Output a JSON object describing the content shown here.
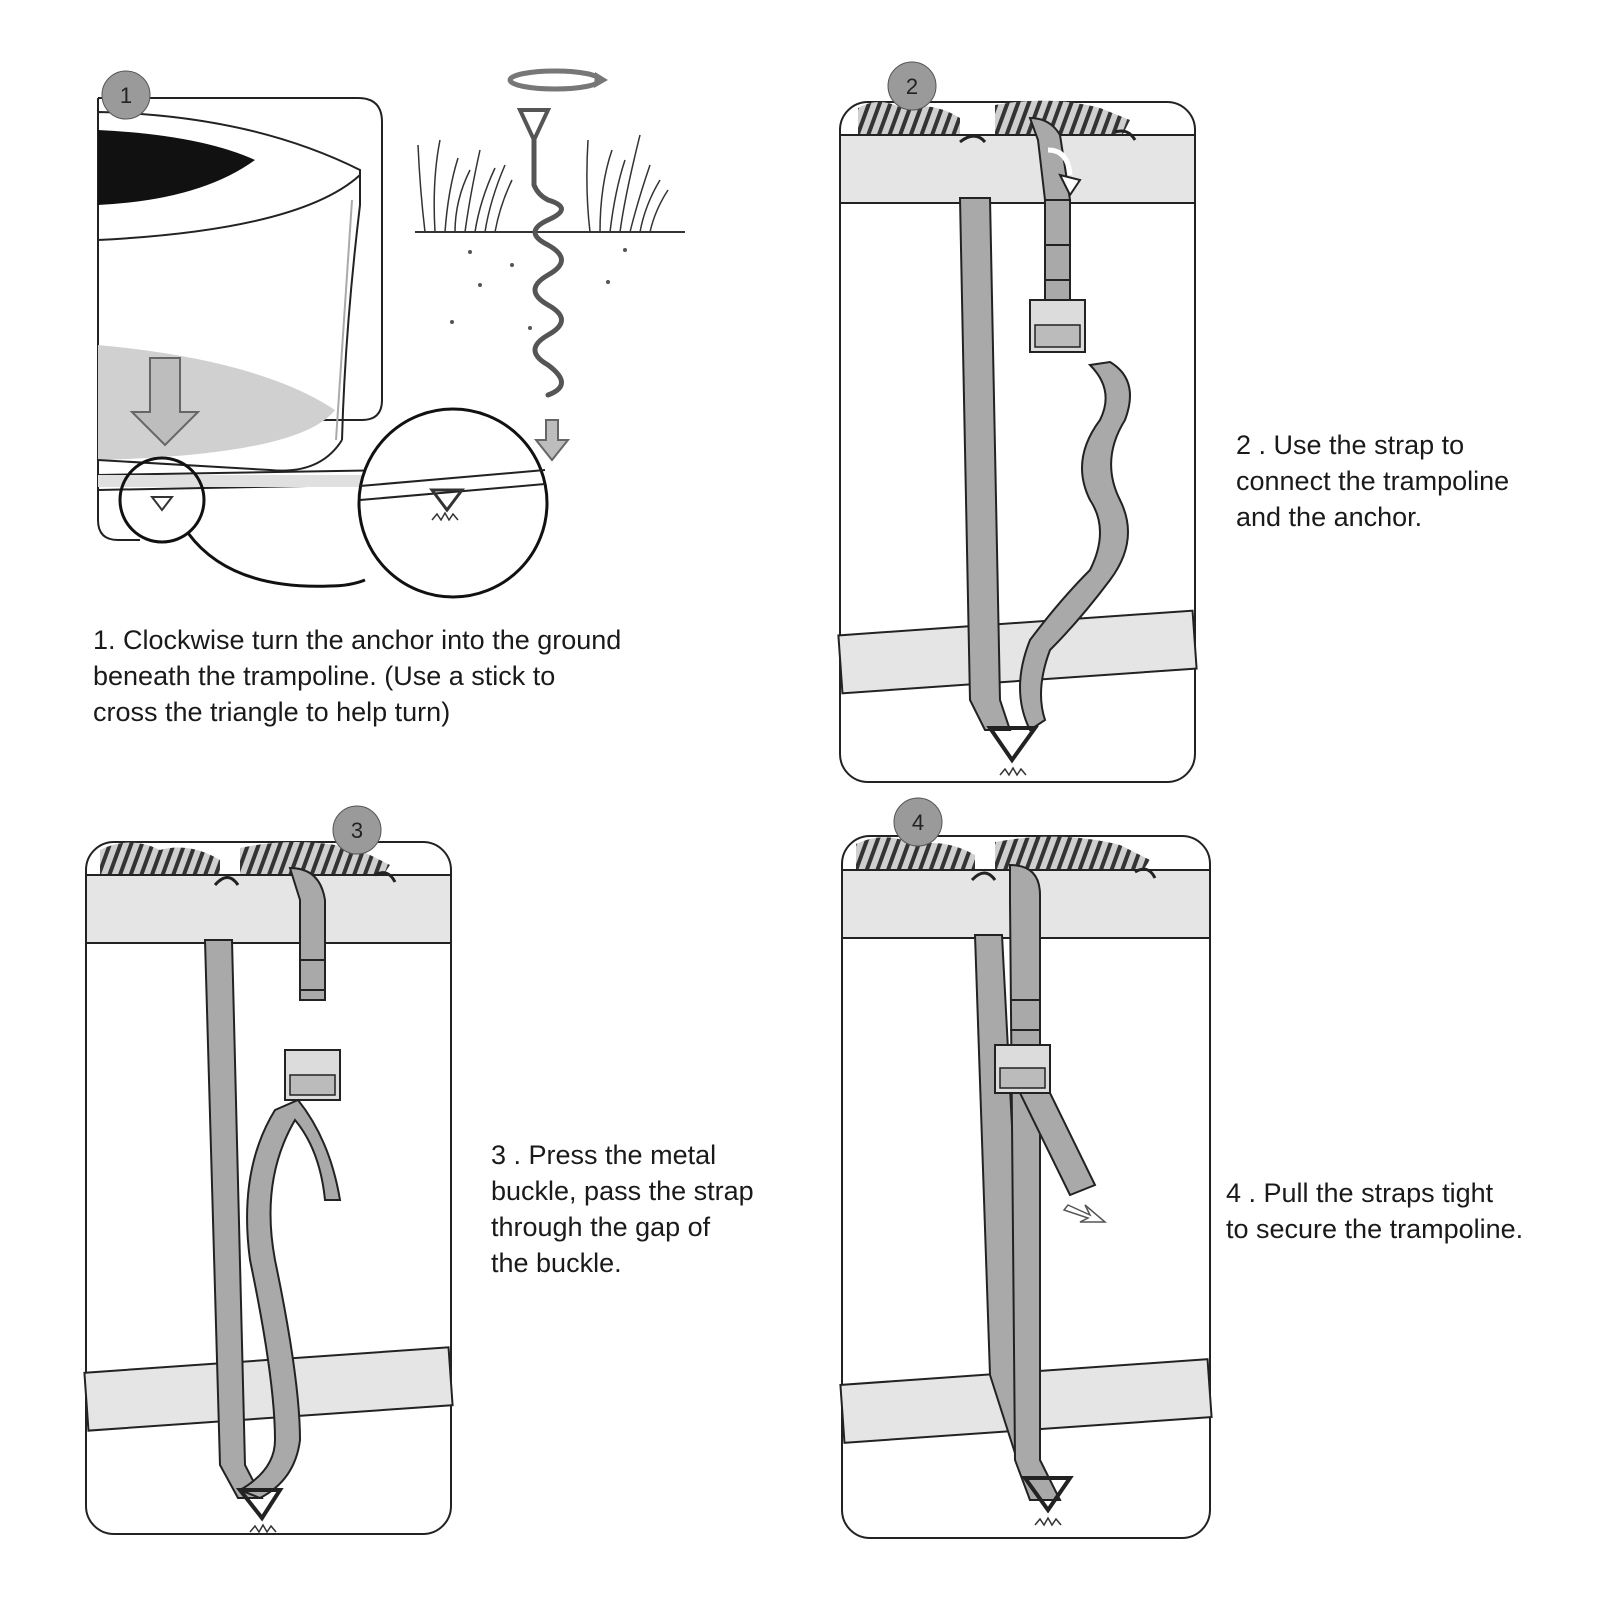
{
  "steps": [
    {
      "number": "1",
      "text": "1. Clockwise turn the anchor into the ground\nbeneath the trampoline. (Use a stick to\ncross the triangle to help turn)"
    },
    {
      "number": "2",
      "text": "2 . Use the strap to\nconnect the trampoline\nand the anchor."
    },
    {
      "number": "3",
      "text": "3 . Press the metal\nbuckle, pass the strap\nthrough the gap of\nthe buckle."
    },
    {
      "number": "4",
      "text": "4 . Pull the straps tight\nto secure the trampoline."
    }
  ],
  "colors": {
    "strap": "#a9a9a9",
    "frame": "#d9d9d9",
    "outline": "#222222",
    "badge": "#9a9a9a",
    "mat": "#111111"
  }
}
